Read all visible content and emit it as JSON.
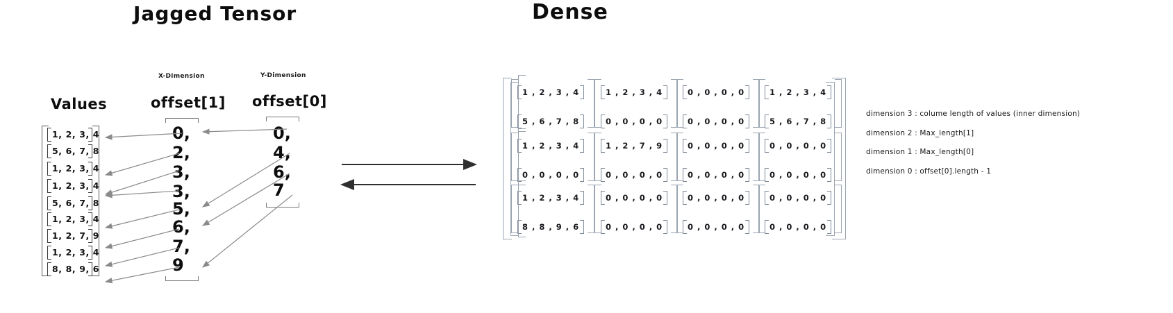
{
  "titles": {
    "jagged": "Jagged Tensor",
    "dense": "Dense"
  },
  "columns": {
    "values_label": "Values",
    "offset1_label": "offset[1]",
    "offset1_dim": "X-Dimension",
    "offset0_label": "offset[0]",
    "offset0_dim": "Y-Dimension"
  },
  "values_rows": [
    "1, 2, 3, 4",
    "5, 6, 7, 8",
    "1, 2, 3, 4",
    "1, 2, 3, 4",
    "5, 6, 7, 8",
    "1, 2, 3, 4",
    "1, 2, 7, 9",
    "1, 2, 3, 4",
    "8, 8, 9, 6"
  ],
  "offset1_values": [
    "0,",
    "2,",
    "3,",
    "3,",
    "5,",
    "6,",
    "7,",
    "9"
  ],
  "offset0_values": [
    "0,",
    "4,",
    "6,",
    "7"
  ],
  "dense": {
    "rows": [
      [
        {
          "top": "1 , 2 , 3 , 4",
          "bottom": "5 , 6 , 7 , 8"
        },
        {
          "top": "1 , 2 , 3 , 4",
          "bottom": "0 , 0 , 0 , 0"
        },
        {
          "top": "0 , 0 , 0 , 0",
          "bottom": "0 , 0 , 0 , 0"
        },
        {
          "top": "1 , 2 , 3 , 4",
          "bottom": "5 , 6 , 7 , 8"
        }
      ],
      [
        {
          "top": "1 , 2 , 3 , 4",
          "bottom": "0 , 0 , 0 , 0"
        },
        {
          "top": "1 , 2 , 7 , 9",
          "bottom": "0 , 0 , 0 , 0"
        },
        {
          "top": "0 , 0 , 0 , 0",
          "bottom": "0 , 0 , 0 , 0"
        },
        {
          "top": "0 , 0 , 0 , 0",
          "bottom": "0 , 0 , 0 , 0"
        }
      ],
      [
        {
          "top": "1 , 2 , 3 , 4",
          "bottom": "8 , 8 , 9 , 6"
        },
        {
          "top": "0 , 0 , 0 , 0",
          "bottom": "0 , 0 , 0 , 0"
        },
        {
          "top": "0 , 0 , 0 , 0",
          "bottom": "0 , 0 , 0 , 0"
        },
        {
          "top": "0 , 0 , 0 , 0",
          "bottom": "0 , 0 , 0 , 0"
        }
      ]
    ]
  },
  "annotations": [
    "dimension 3 : colume length of values (inner dimension)",
    "dimension 2 : Max_length[1]",
    "dimension 1  : Max_length[0]",
    "dimension 0 : offset[0].length - 1"
  ],
  "colors": {
    "ink": "#0d0d0d",
    "bracket": "#7b8794",
    "arrow": "#8a8a8a",
    "bigarrow": "#3a3a3a"
  }
}
